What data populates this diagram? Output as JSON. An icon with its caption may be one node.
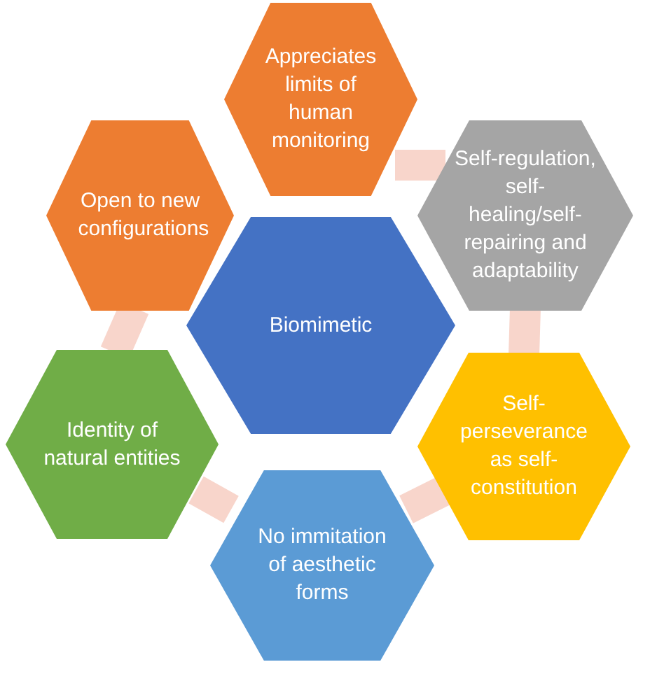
{
  "diagram": {
    "nodes": [
      {
        "text": [
          "Appreciates limits of human monitoring"
        ]
      },
      {
        "text": [
          "Open to new configurations"
        ]
      },
      {
        "text": [
          "Self-regulation, self-healing/self-repairing and adaptability"
        ]
      },
      {
        "text": [
          "Biomimetic"
        ]
      },
      {
        "text": [
          "Identity of natural entities"
        ]
      },
      {
        "text": [
          "Self-perseverance as self-constitution"
        ]
      },
      {
        "text": [
          "No immitation of aesthetic forms"
        ]
      }
    ],
    "edges": [
      {
        "from": 0,
        "to": 2,
        "arrow": "none"
      },
      {
        "from": 2,
        "to": 5,
        "arrow": "none"
      },
      {
        "from": 5,
        "to": 6,
        "arrow": "none"
      },
      {
        "from": 6,
        "to": 4,
        "arrow": "none"
      },
      {
        "from": 4,
        "to": 1,
        "arrow": "none"
      }
    ]
  }
}
